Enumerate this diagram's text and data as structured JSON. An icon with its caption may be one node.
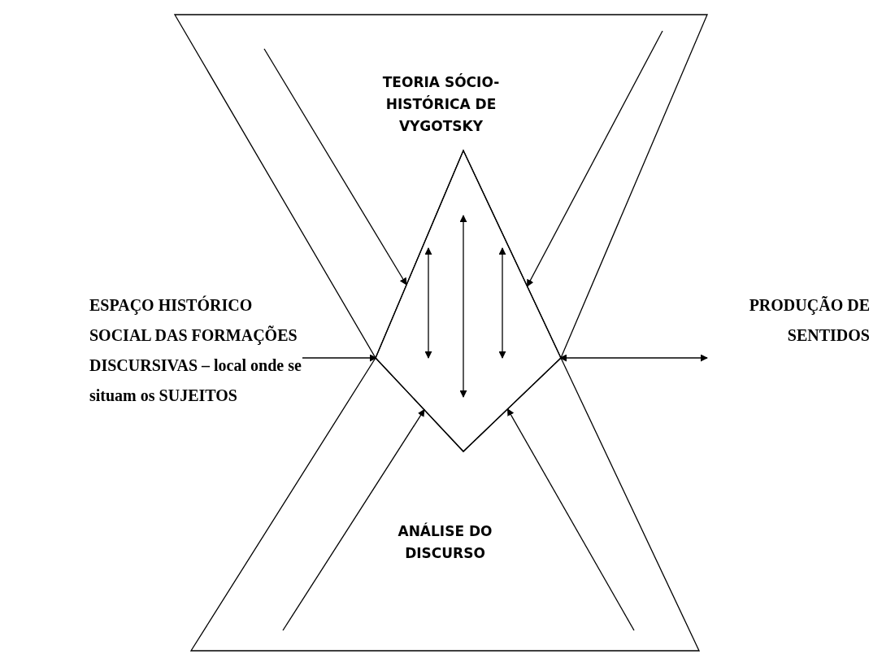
{
  "diagram": {
    "nodes": [
      {
        "text": [
          "TEORIA SÓCIO-HISTÓRICA DE VYGOTSKY"
        ]
      },
      {
        "text": [
          "ANÁLISE DO DISCURSO"
        ]
      },
      {
        "text": [],
        "shape": "diamond"
      },
      {
        "text": [
          "ESPAÇO HISTÓRICO SOCIAL DAS FORMAÇÕES DISCURSIVAS – local onde se situam os SUJEITOS"
        ]
      },
      {
        "text": [
          "PRODUÇÃO DE SENTIDOS"
        ]
      }
    ],
    "edges": [
      {
        "from": 0,
        "to": 2,
        "arrow": "to"
      },
      {
        "from": 0,
        "to": 2,
        "arrow": "to"
      },
      {
        "from": 1,
        "to": 2,
        "arrow": "to"
      },
      {
        "from": 1,
        "to": 2,
        "arrow": "to"
      },
      {
        "from": 3,
        "to": 2,
        "arrow": "to"
      },
      {
        "from": 2,
        "to": 4,
        "arrow": "both"
      }
    ]
  }
}
